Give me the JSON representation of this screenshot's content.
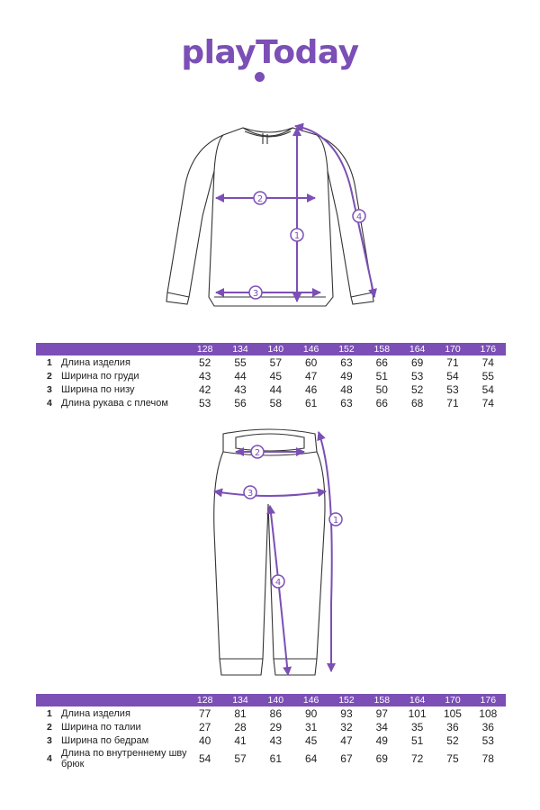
{
  "brand": {
    "logo_text": "playToday",
    "color": "#7b4fb5"
  },
  "tables": [
    {
      "sizes": [
        "128",
        "134",
        "140",
        "146",
        "152",
        "158",
        "164",
        "170",
        "176"
      ],
      "rows": [
        {
          "num": "1",
          "name": "Длина изделия",
          "values": [
            "52",
            "55",
            "57",
            "60",
            "63",
            "66",
            "69",
            "71",
            "74"
          ]
        },
        {
          "num": "2",
          "name": "Ширина по груди",
          "values": [
            "43",
            "44",
            "45",
            "47",
            "49",
            "51",
            "53",
            "54",
            "55"
          ]
        },
        {
          "num": "3",
          "name": "Ширина по низу",
          "values": [
            "42",
            "43",
            "44",
            "46",
            "48",
            "50",
            "52",
            "53",
            "54"
          ]
        },
        {
          "num": "4",
          "name": "Длина рукава с плечом",
          "values": [
            "53",
            "56",
            "58",
            "61",
            "63",
            "66",
            "68",
            "71",
            "74"
          ]
        }
      ]
    },
    {
      "sizes": [
        "128",
        "134",
        "140",
        "146",
        "152",
        "158",
        "164",
        "170",
        "176"
      ],
      "rows": [
        {
          "num": "1",
          "name": "Длина изделия",
          "values": [
            "77",
            "81",
            "86",
            "90",
            "93",
            "97",
            "101",
            "105",
            "108"
          ]
        },
        {
          "num": "2",
          "name": "Ширина по талии",
          "values": [
            "27",
            "28",
            "29",
            "31",
            "32",
            "34",
            "35",
            "36",
            "36"
          ]
        },
        {
          "num": "3",
          "name": "Ширина по бедрам",
          "values": [
            "40",
            "41",
            "43",
            "45",
            "47",
            "49",
            "51",
            "52",
            "53"
          ]
        },
        {
          "num": "4",
          "name": "Длина по внутреннему шву брюк",
          "values": [
            "54",
            "57",
            "61",
            "64",
            "67",
            "69",
            "72",
            "75",
            "78"
          ]
        }
      ]
    }
  ],
  "markers": {
    "top": [
      "1",
      "2",
      "3",
      "4"
    ],
    "bottom": [
      "1",
      "2",
      "3",
      "4"
    ]
  }
}
